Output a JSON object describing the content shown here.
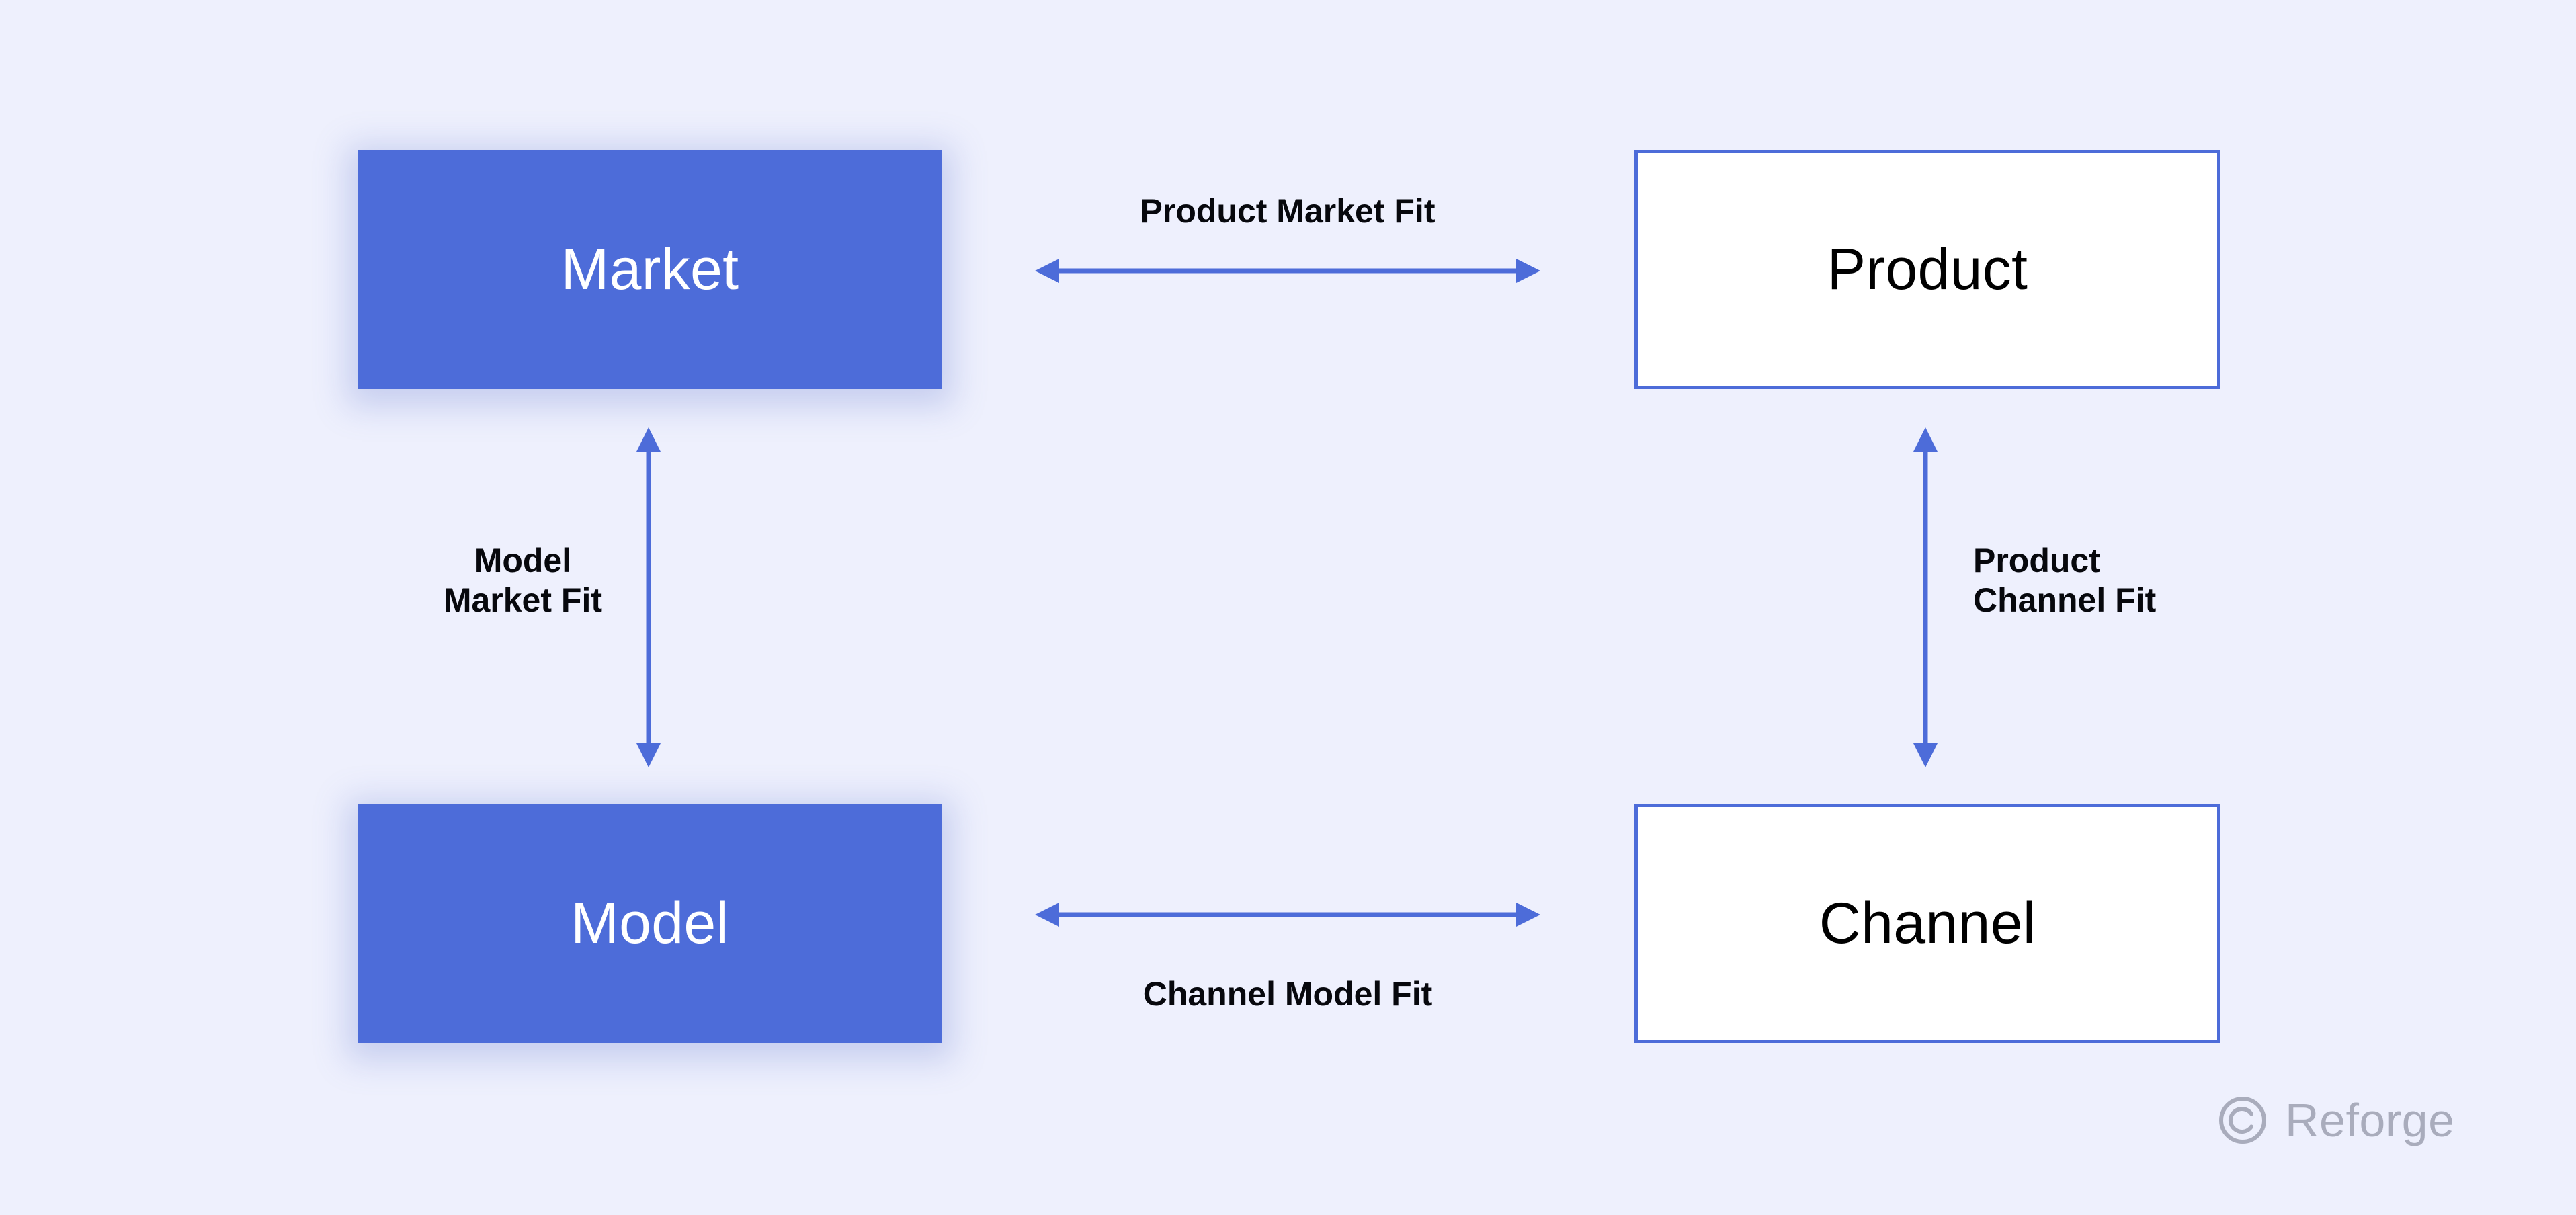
{
  "theme": {
    "background": "#eef0fd",
    "accent": "#4d6cd9",
    "node_fill_text": "#ffffff",
    "node_outline_text": "#000000",
    "label_text": "#07080d",
    "watermark_color": "#a9acbc"
  },
  "diagram": {
    "type": "2x2-fit-framework",
    "nodes": [
      {
        "id": "market",
        "label": "Market",
        "style": "filled",
        "position": "top-left"
      },
      {
        "id": "product",
        "label": "Product",
        "style": "outlined",
        "position": "top-right"
      },
      {
        "id": "model",
        "label": "Model",
        "style": "filled",
        "position": "bottom-left"
      },
      {
        "id": "channel",
        "label": "Channel",
        "style": "outlined",
        "position": "bottom-right"
      }
    ],
    "connections": [
      {
        "id": "pmf",
        "label": "Product Market Fit",
        "from": "market",
        "to": "product",
        "orientation": "horizontal",
        "label_position": "above",
        "double_headed": true
      },
      {
        "id": "mmf",
        "label": "Model\nMarket Fit",
        "from": "market",
        "to": "model",
        "orientation": "vertical",
        "label_position": "left",
        "double_headed": true
      },
      {
        "id": "pcf",
        "label": "Product\nChannel Fit",
        "from": "product",
        "to": "channel",
        "orientation": "vertical",
        "label_position": "right",
        "double_headed": true
      },
      {
        "id": "cmf",
        "label": "Channel Model Fit",
        "from": "model",
        "to": "channel",
        "orientation": "horizontal",
        "label_position": "below",
        "double_headed": true
      }
    ]
  },
  "watermark": {
    "icon": "copyright-icon",
    "text": "Reforge"
  }
}
